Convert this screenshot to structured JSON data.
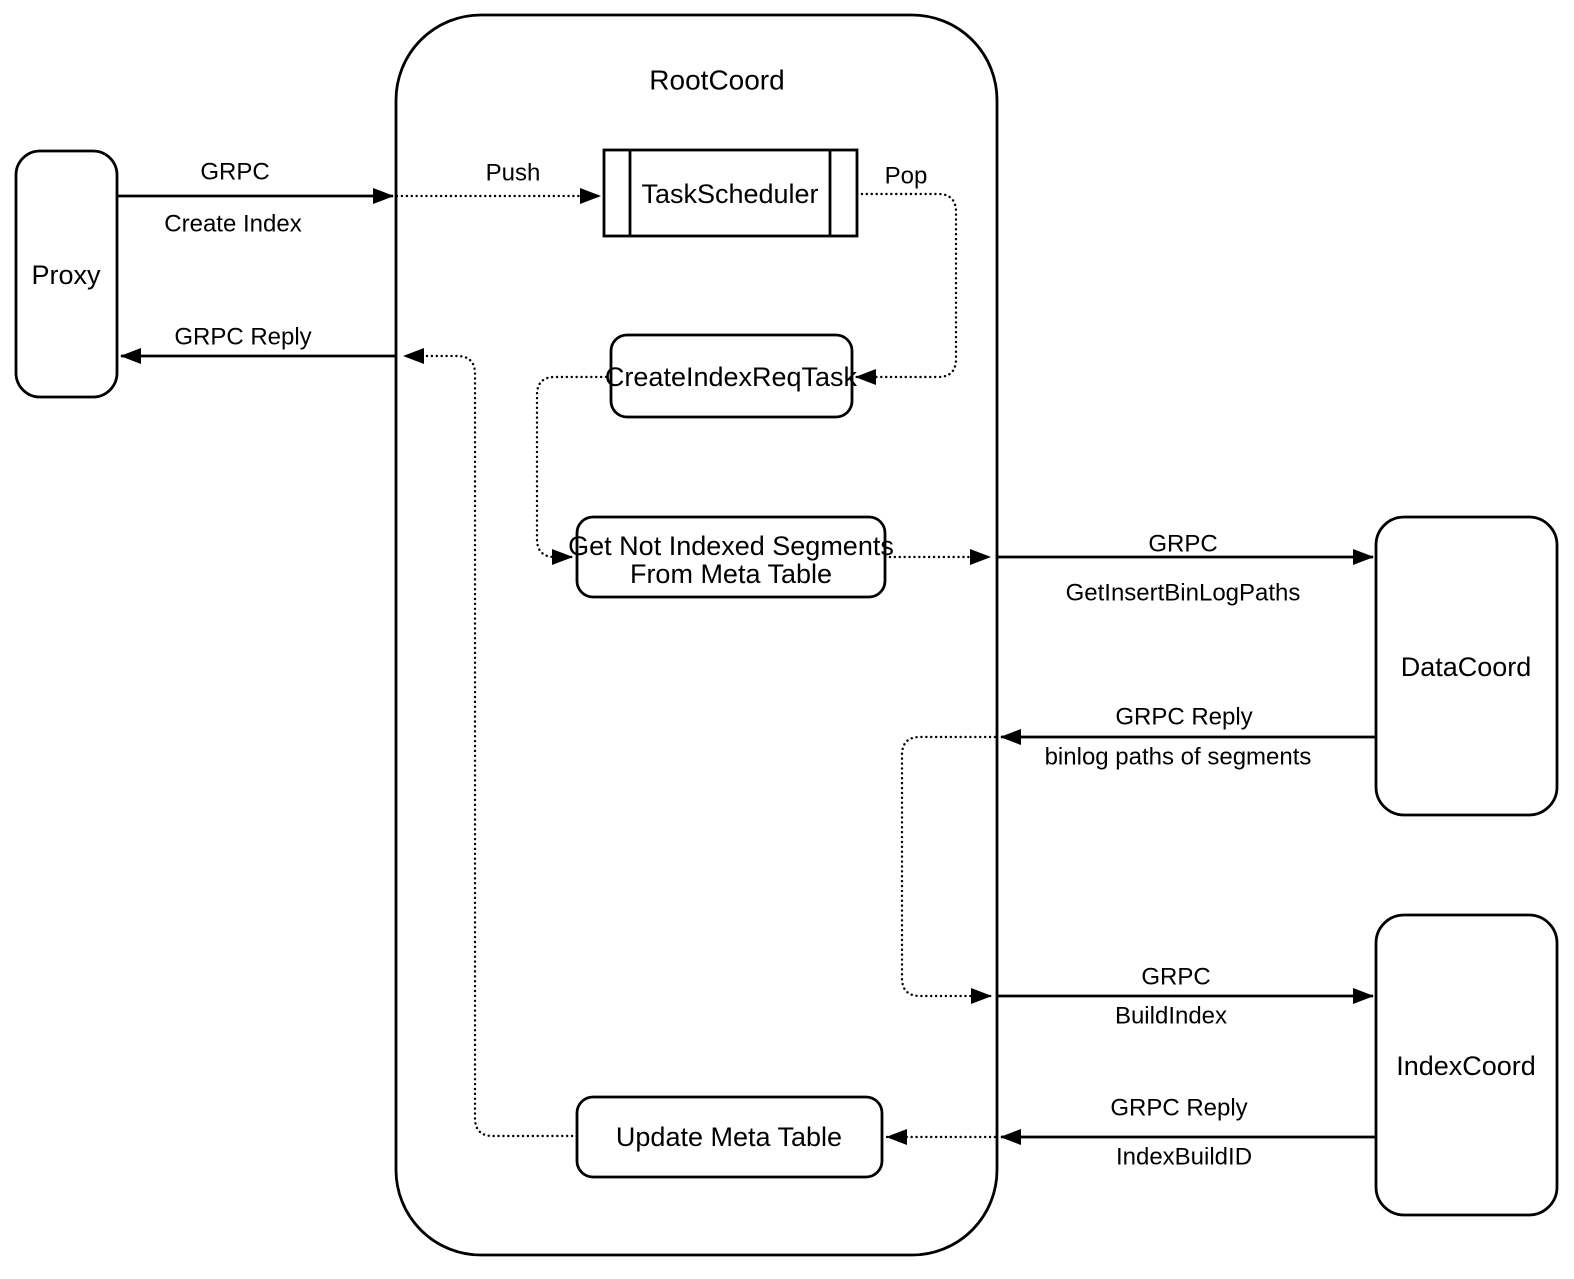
{
  "diagram": {
    "title": "RootCoord",
    "nodes": {
      "proxy": "Proxy",
      "task_scheduler": "TaskScheduler",
      "create_index_req_task": "CreateIndexReqTask",
      "get_not_indexed_line1": "Get Not Indexed Segments",
      "get_not_indexed_line2": "From Meta Table",
      "update_meta_table": "Update Meta Table",
      "data_coord": "DataCoord",
      "index_coord": "IndexCoord"
    },
    "edge_labels": {
      "create_index_protocol": "GRPC",
      "create_index_method": "Create Index",
      "push": "Push",
      "pop": "Pop",
      "proxy_reply": "GRPC Reply",
      "binlog_request_protocol": "GRPC",
      "binlog_request_method": "GetInsertBinLogPaths",
      "binlog_reply_protocol": "GRPC Reply",
      "binlog_reply_payload": "binlog paths of segments",
      "build_index_protocol": "GRPC",
      "build_index_method": "BuildIndex",
      "index_build_reply_protocol": "GRPC Reply",
      "index_build_reply_payload": "IndexBuildID"
    },
    "colors": {
      "stroke": "#000000",
      "background": "#ffffff"
    }
  }
}
